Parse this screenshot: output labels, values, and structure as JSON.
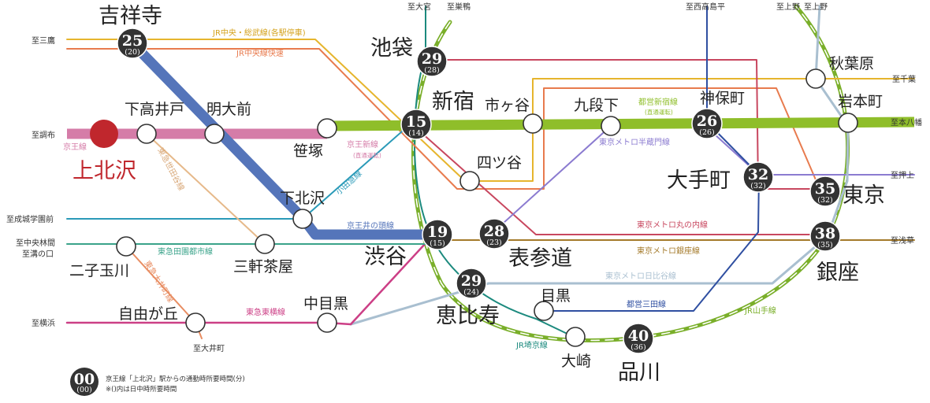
{
  "colors": {
    "keio": "#d57ca8",
    "inokashira": "#5575ba",
    "shinjuku": "#8fbe2a",
    "yamanote": "#7aaf2a",
    "chuo_sobu": "#e6b52d",
    "chuo_rapid": "#e87b4e",
    "marunouchi": "#c8475f",
    "hanzomon": "#8b7bd0",
    "ginza": "#a47a2a",
    "hibiya": "#a9bfd0",
    "mita": "#2f4fa1",
    "toyoko": "#cc3f86",
    "denentoshi": "#3aa38a",
    "odakyu": "#2a9ab8",
    "setagaya": "#e6b98a",
    "oimachi": "#e88d62",
    "saikyo": "#1c8a7e",
    "home": "#c0272d",
    "badge": "#333333"
  },
  "icons": {
    "home_station": "home-station-marker-icon",
    "station": "station-circle-icon",
    "badge": "time-badge-icon"
  },
  "directions": {
    "mitaka": "至三鷹",
    "chofu": "至調布",
    "seijo": "至成城学園前",
    "chuorinkan": "至中央林間",
    "mizonokuchi": "至溝の口",
    "yokohama": "至横浜",
    "oimachi": "至大井町",
    "omiya": "至大宮",
    "sugamo": "至巣鴨",
    "nishitakashimadaira": "至西高島平",
    "ueno1": "至上野",
    "ueno2": "至上野",
    "chiba": "至千葉",
    "motoyawata": "至本八幡",
    "oshiage": "至押上",
    "asakusa": "至浅草"
  },
  "line_labels": {
    "chuo_sobu": "JR中央・総武線(各駅停車)",
    "chuo_rapid": "JR中央線快速",
    "keio": "京王線",
    "keio_new": "京王新線",
    "keio_new_note": "(直通運転)",
    "setagaya": "東急世田谷線",
    "odakyu": "小田急線",
    "inokashira": "京王井の頭線",
    "denentoshi": "東急田園都市線",
    "oimachi": "東急大井町線",
    "toyoko": "東急東横線",
    "shinjuku": "都営新宿線",
    "shinjuku_note": "(直通運転)",
    "hanzomon": "東京メトロ半蔵門線",
    "marunouchi": "東京メトロ丸の内線",
    "ginza": "東京メトロ銀座線",
    "hibiya": "東京メトロ日比谷線",
    "mita": "都営三田線",
    "yamanote": "JR山手線",
    "saikyo": "JR埼京線"
  },
  "stations": {
    "kichijoji": "吉祥寺",
    "kamikitazawa": "上北沢",
    "shimotakaido": "下高井戸",
    "meidaimae": "明大前",
    "sasazuka": "笹塚",
    "shimokitazawa": "下北沢",
    "futakotamagawa": "二子玉川",
    "sangenjaya": "三軒茶屋",
    "jiyugaoka": "自由が丘",
    "nakameguro": "中目黒",
    "ikebukuro": "池袋",
    "shinjuku": "新宿",
    "ichigaya": "市ヶ谷",
    "yotsuya": "四ツ谷",
    "kudanshita": "九段下",
    "jimbocho": "神保町",
    "otemachi": "大手町",
    "akihabara": "秋葉原",
    "iwamotocho": "岩本町",
    "tokyo": "東京",
    "ginza": "銀座",
    "shibuya": "渋谷",
    "omotesando": "表参道",
    "ebisu": "恵比寿",
    "meguro": "目黒",
    "osaki": "大崎",
    "shinagawa": "品川"
  },
  "times": {
    "kichijoji": {
      "main": "25",
      "sub": "(20)"
    },
    "ikebukuro": {
      "main": "29",
      "sub": "(28)"
    },
    "shinjuku": {
      "main": "15",
      "sub": "(14)"
    },
    "jimbocho": {
      "main": "26",
      "sub": "(26)"
    },
    "otemachi": {
      "main": "32",
      "sub": "(32)"
    },
    "tokyo": {
      "main": "35",
      "sub": "(32)"
    },
    "ginza": {
      "main": "38",
      "sub": "(35)"
    },
    "shibuya": {
      "main": "19",
      "sub": "(15)"
    },
    "omotesando": {
      "main": "28",
      "sub": "(23)"
    },
    "ebisu": {
      "main": "29",
      "sub": "(24)"
    },
    "shinagawa": {
      "main": "40",
      "sub": "(36)"
    }
  },
  "legend": {
    "badge_main": "00",
    "badge_sub": "(00)",
    "line1": "京王線「上北沢」駅からの通勤時所要時間(分)",
    "line2": "※()内は日中時所要時間"
  }
}
